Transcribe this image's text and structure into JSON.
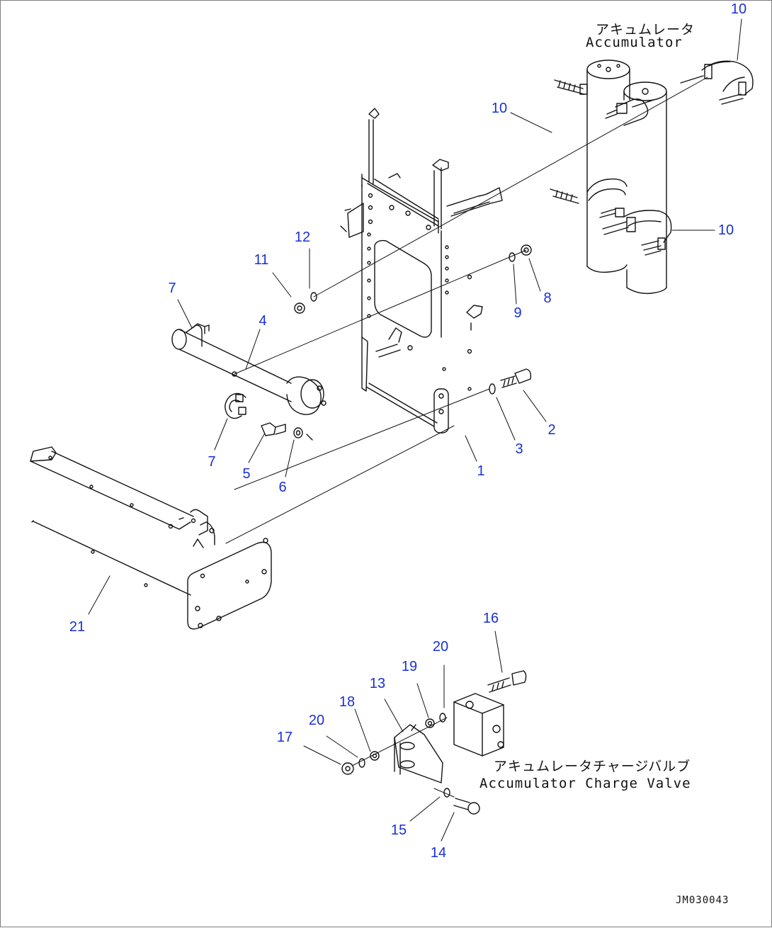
{
  "captions": {
    "accumulator_jp": "アキュムレータ",
    "accumulator_en": "Accumulator",
    "charge_valve_jp": "アキュムレータチャージバルブ",
    "charge_valve_en": "Accumulator Charge Valve"
  },
  "drawing_id": "JM030043",
  "callouts": [
    "10",
    "10",
    "10",
    "12",
    "11",
    "8",
    "9",
    "7",
    "4",
    "2",
    "3",
    "1",
    "7",
    "5",
    "6",
    "21",
    "16",
    "20",
    "19",
    "13",
    "18",
    "20",
    "17",
    "15",
    "14"
  ],
  "colors": {
    "callout": "#1a2fd8",
    "line": "#111111",
    "frame": "#7f7f7f"
  }
}
